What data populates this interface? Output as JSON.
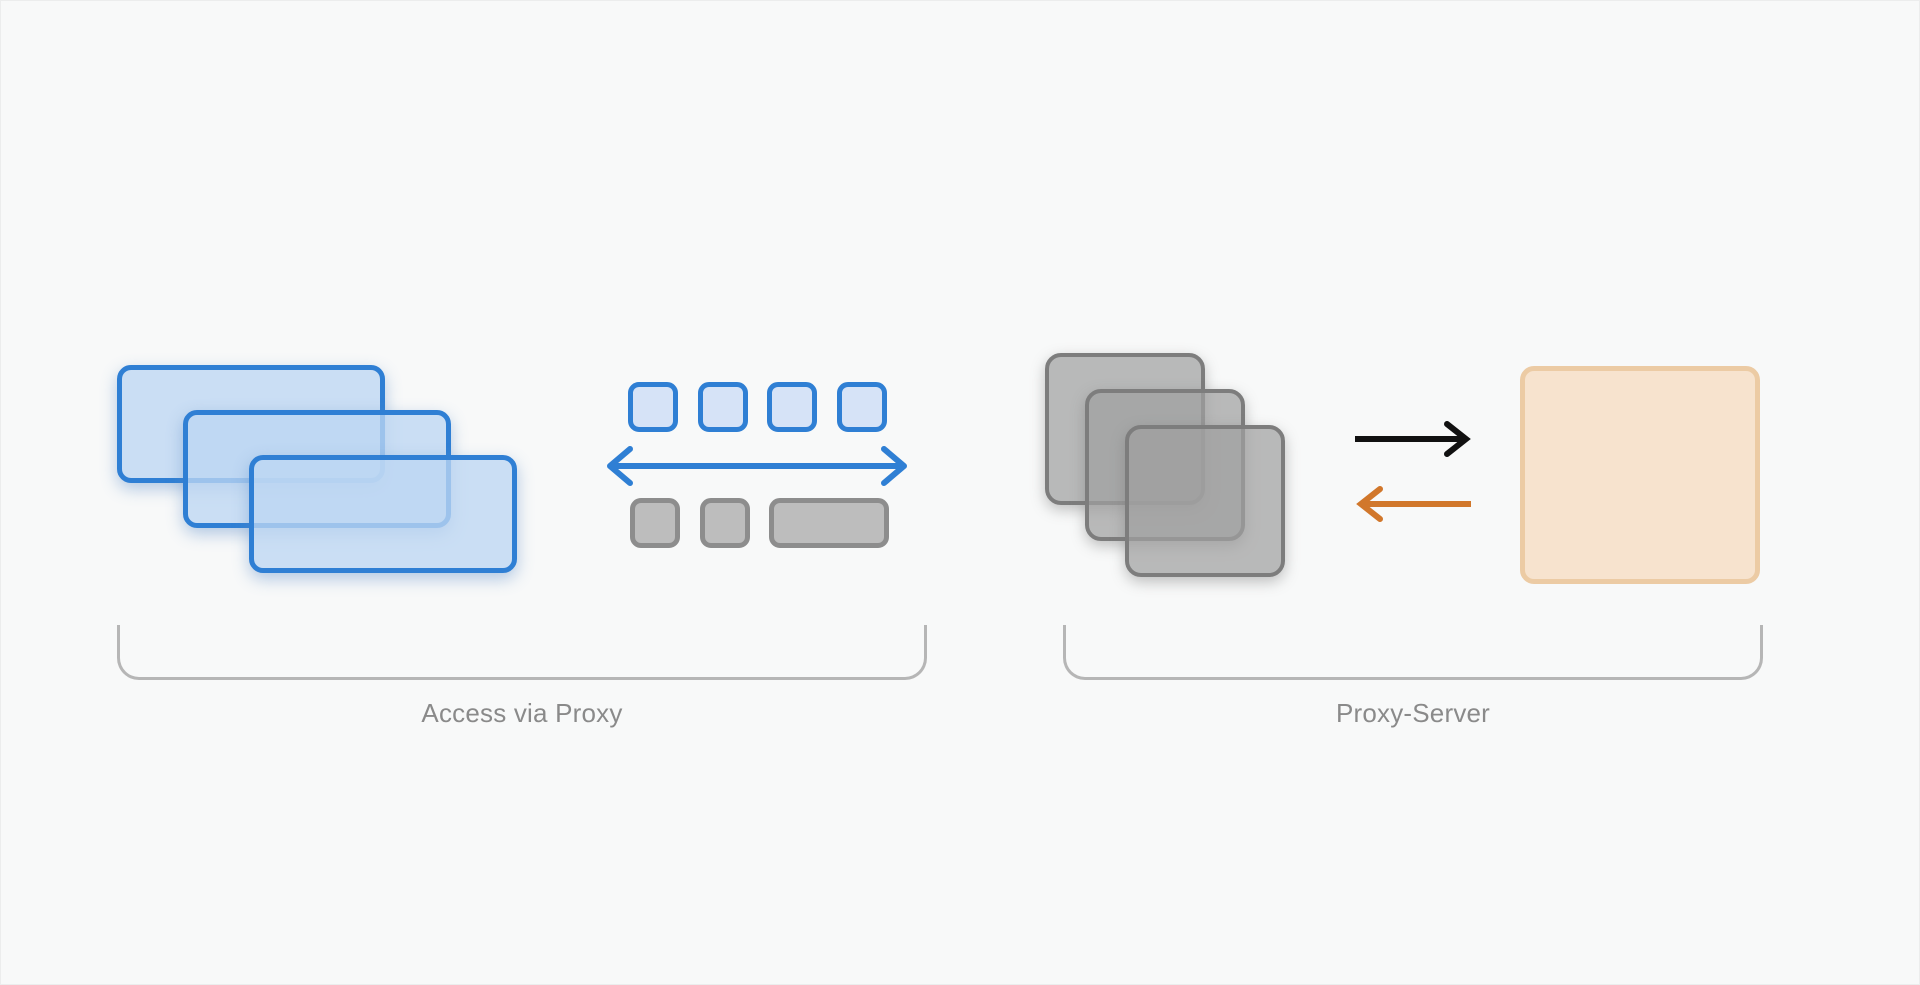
{
  "diagram": {
    "title": "Access via Proxy / Proxy-Server topology",
    "background_color": "#f8f9f9",
    "groups": [
      {
        "id": "client-group",
        "label": "Access via Proxy",
        "label_color": "#8a8a8a"
      },
      {
        "id": "server-group",
        "label": "Proxy-Server",
        "label_color": "#8a8a8a"
      }
    ],
    "colors": {
      "blue_stroke": "#2f7fd4",
      "blue_fill": "#bdd6f2",
      "blue_chip_fill": "#d6e3f7",
      "gray_stroke": "#8d8d8d",
      "gray_fill": "#bdbdbd",
      "server_stroke": "#7d7d7d",
      "server_fill": "#a0a0a0",
      "orange_stroke": "#eccba4",
      "orange_fill": "#f7e3ce",
      "arrow_black": "#111111",
      "arrow_orange": "#d1772b",
      "bracket": "#b6b6b6"
    },
    "shapes": {
      "client_cards": [
        {
          "name": "client-card-back"
        },
        {
          "name": "client-card-middle"
        },
        {
          "name": "client-card-front"
        }
      ],
      "blue_chips": [
        {
          "name": "blue-chip-1"
        },
        {
          "name": "blue-chip-2"
        },
        {
          "name": "blue-chip-3"
        },
        {
          "name": "blue-chip-4"
        }
      ],
      "gray_chips": [
        {
          "name": "gray-chip-small-1"
        },
        {
          "name": "gray-chip-small-2"
        },
        {
          "name": "gray-chip-wide"
        }
      ],
      "server_cards": [
        {
          "name": "server-card-back"
        },
        {
          "name": "server-card-middle"
        },
        {
          "name": "server-card-front"
        }
      ],
      "orange_box": {
        "name": "proxy-target-box"
      }
    },
    "arrows": [
      {
        "name": "bidirectional-arrow",
        "direction": "both",
        "color": "#2f7fd4",
        "style": "open-chevron"
      },
      {
        "name": "request-arrow",
        "direction": "right",
        "color": "#111111",
        "style": "open-chevron"
      },
      {
        "name": "response-arrow",
        "direction": "left",
        "color": "#d1772b",
        "style": "open-chevron"
      }
    ]
  }
}
